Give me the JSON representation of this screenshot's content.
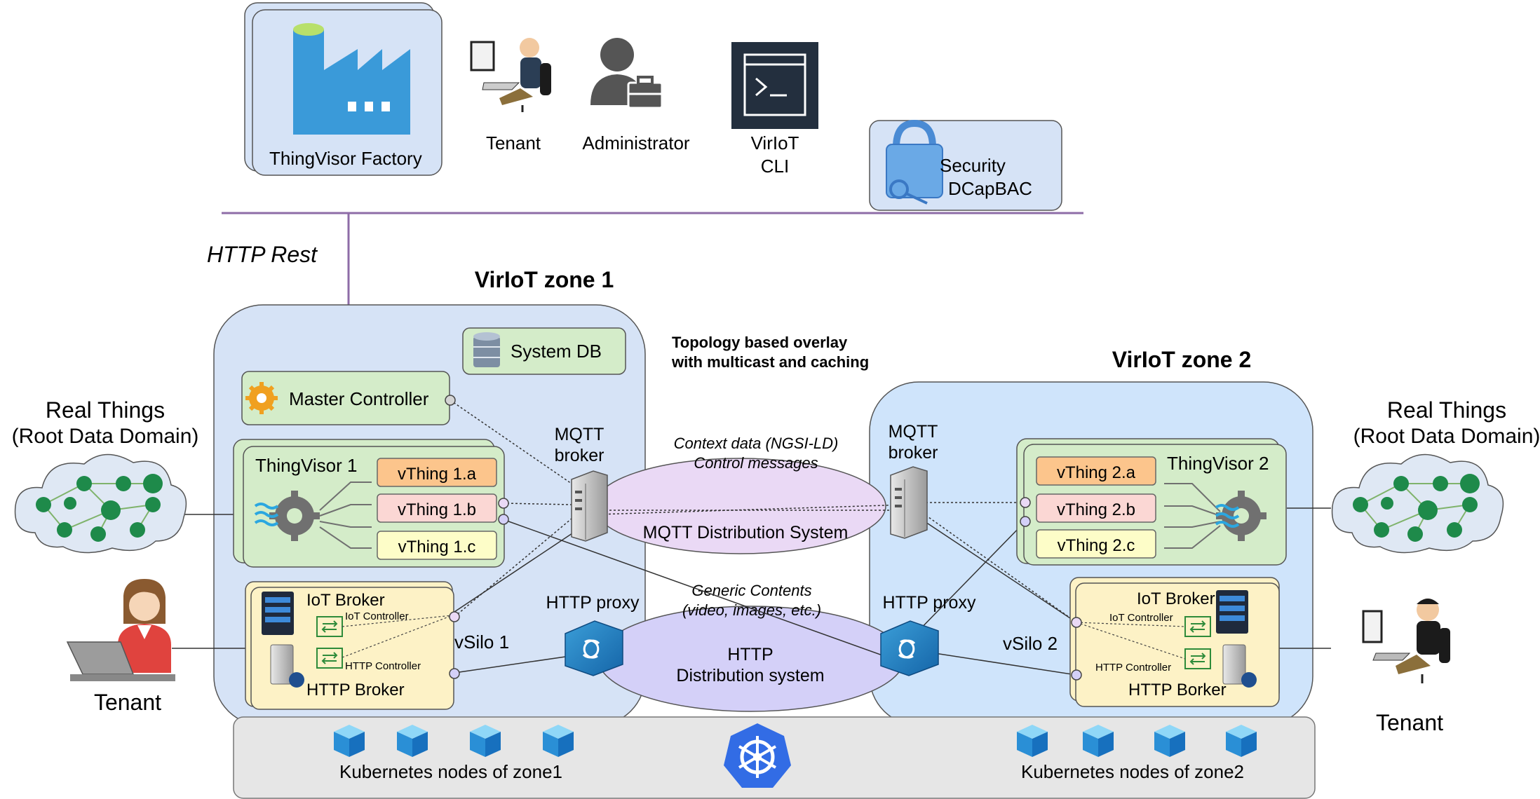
{
  "top": {
    "thingvisor_factory": "ThingVisor Factory",
    "tenant": "Tenant",
    "administrator": "Administrator",
    "cli_line1": "VirIoT",
    "cli_line2": "CLI",
    "security_line1": "Security",
    "security_line2": "DCapBAC",
    "http_rest": "HTTP Rest"
  },
  "zone1": {
    "title": "VirIoT zone 1",
    "system_db": "System DB",
    "master_controller": "Master Controller",
    "thingvisor": "ThingVisor 1",
    "vthings": [
      "vThing 1.a",
      "vThing 1.b",
      "vThing 1.c"
    ],
    "iot_broker": "IoT Broker",
    "iot_controller": "IoT Controller",
    "http_controller": "HTTP Controller",
    "http_broker": "HTTP Broker",
    "vsilo": "vSilo 1",
    "mqtt_broker_line1": "MQTT",
    "mqtt_broker_line2": "broker",
    "http_proxy": "HTTP proxy",
    "k8s_nodes": "Kubernetes nodes of zone1"
  },
  "zone2": {
    "title": "VirIoT zone 2",
    "thingvisor": "ThingVisor 2",
    "vthings": [
      "vThing 2.a",
      "vThing 2.b",
      "vThing 2.c"
    ],
    "iot_broker": "IoT Broker",
    "iot_controller": "IoT Controller",
    "http_controller": "HTTP Controller",
    "http_broker": "HTTP Borker",
    "vsilo": "vSilo 2",
    "mqtt_broker_line1": "MQTT",
    "mqtt_broker_line2": "broker",
    "http_proxy": "HTTP proxy",
    "k8s_nodes": "Kubernetes nodes of zone2"
  },
  "overlay": {
    "topology_line1": "Topology based overlay",
    "topology_line2": "with multicast and caching",
    "context_line1": "Context data (NGSI-LD)",
    "context_line2": "Control messages",
    "mqtt_system": "MQTT Distribution System",
    "generic_line1": "Generic Contents",
    "generic_line2": "(video, images, etc.)",
    "http_system_line1": "HTTP",
    "http_system_line2": "Distribution system"
  },
  "left": {
    "real_things_line1": "Real Things",
    "real_things_line2": "(Root Data Domain)",
    "tenant": "Tenant"
  },
  "right": {
    "real_things_line1": "Real Things",
    "real_things_line2": "(Root Data Domain)",
    "tenant": "Tenant"
  },
  "colors": {
    "zone_fill": "#d6e3f6",
    "zone2_fill": "#cfe4fb",
    "green_box": "#d4ecc9",
    "silo_box": "#fdf2c6",
    "vthing_a": "#fcc58c",
    "vthing_b": "#fbd7d4",
    "vthing_c": "#fdfdc8",
    "mqtt_ellipse": "#ead9f5",
    "http_ellipse": "#d4d0f8",
    "k8s_bar": "#e6e6e6",
    "purple_line": "#8e6ca7",
    "k8s_blue": "#326ce5"
  }
}
